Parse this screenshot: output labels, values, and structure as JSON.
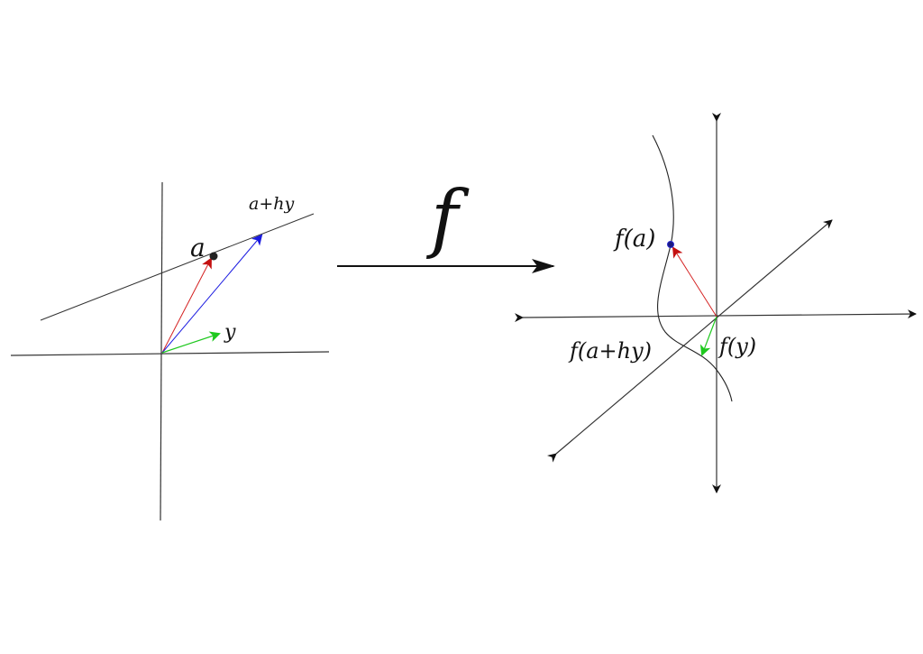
{
  "left_plot": {
    "point_label": "a",
    "line_label": "a+hy",
    "vector_label": "y"
  },
  "map": {
    "label": "f"
  },
  "right_plot": {
    "point_label": "f(a)",
    "curve_label": "f(a+hy)",
    "vector_label": "f(y)"
  },
  "colors": {
    "axis": "#222222",
    "red_vector": "#d42020",
    "blue_vector": "#1a1ae0",
    "green_vector": "#1ec81e",
    "point_fa": "#1a1a80"
  }
}
